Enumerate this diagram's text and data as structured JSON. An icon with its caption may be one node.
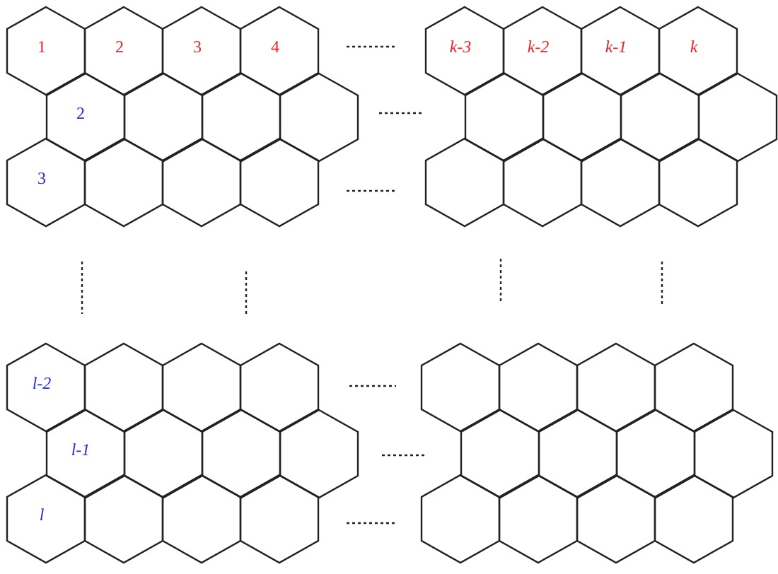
{
  "diagram": {
    "nodes": [
      {
        "text": [
          "1"
        ]
      },
      {
        "text": [
          "2"
        ]
      },
      {
        "text": [
          "3"
        ]
      },
      {
        "text": [
          "4"
        ]
      },
      {
        "text": [
          "2"
        ]
      },
      {
        "text": [],
        "shape": "hexagon"
      },
      {
        "text": [],
        "shape": "hexagon"
      },
      {
        "text": [],
        "shape": "hexagon"
      },
      {
        "text": [
          "3"
        ]
      },
      {
        "text": [],
        "shape": "hexagon"
      },
      {
        "text": [],
        "shape": "hexagon"
      },
      {
        "text": [],
        "shape": "hexagon"
      },
      {
        "text": [
          "k-3"
        ]
      },
      {
        "text": [
          "k-2"
        ]
      },
      {
        "text": [
          "k-1"
        ]
      },
      {
        "text": [
          "k"
        ]
      },
      {
        "text": [],
        "shape": "hexagon"
      },
      {
        "text": [],
        "shape": "hexagon"
      },
      {
        "text": [],
        "shape": "hexagon"
      },
      {
        "text": [],
        "shape": "hexagon"
      },
      {
        "text": [],
        "shape": "hexagon"
      },
      {
        "text": [],
        "shape": "hexagon"
      },
      {
        "text": [],
        "shape": "hexagon"
      },
      {
        "text": [],
        "shape": "hexagon"
      },
      {
        "text": [
          "l-2"
        ]
      },
      {
        "text": [],
        "shape": "hexagon"
      },
      {
        "text": [],
        "shape": "hexagon"
      },
      {
        "text": [],
        "shape": "hexagon"
      },
      {
        "text": [
          "l-1"
        ]
      },
      {
        "text": [],
        "shape": "hexagon"
      },
      {
        "text": [],
        "shape": "hexagon"
      },
      {
        "text": [],
        "shape": "hexagon"
      },
      {
        "text": [
          "l"
        ]
      },
      {
        "text": [],
        "shape": "hexagon"
      },
      {
        "text": [],
        "shape": "hexagon"
      },
      {
        "text": [],
        "shape": "hexagon"
      },
      {
        "text": [],
        "shape": "hexagon"
      },
      {
        "text": [],
        "shape": "hexagon"
      },
      {
        "text": [],
        "shape": "hexagon"
      },
      {
        "text": [],
        "shape": "hexagon"
      },
      {
        "text": [],
        "shape": "hexagon"
      },
      {
        "text": [],
        "shape": "hexagon"
      },
      {
        "text": [],
        "shape": "hexagon"
      },
      {
        "text": [],
        "shape": "hexagon"
      },
      {
        "text": [],
        "shape": "hexagon"
      },
      {
        "text": [],
        "shape": "hexagon"
      },
      {
        "text": [],
        "shape": "hexagon"
      },
      {
        "text": [],
        "shape": "hexagon"
      }
    ]
  }
}
